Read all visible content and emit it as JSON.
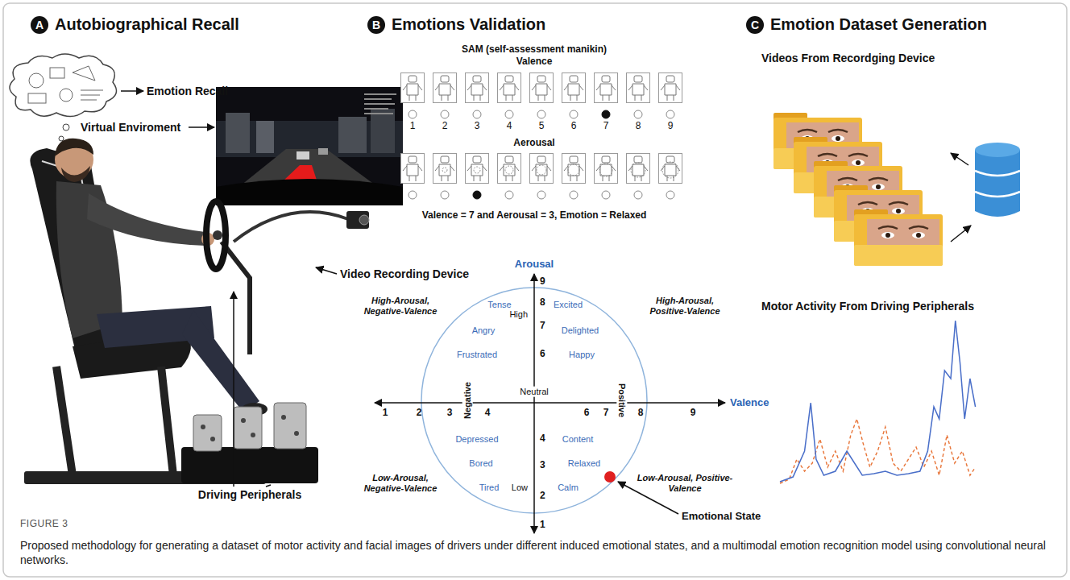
{
  "diagram": {
    "caption": "Proposed methodology for generating a dataset of motor activity and facial images of drivers under different induced emotional states, and a multimodal emotion recognition model using convolutional neural networks.",
    "nodes": [
      {
        "text": [
          "A",
          "Autobiographical Recall"
        ]
      },
      {
        "text": [
          "B",
          "Emotions Validation"
        ]
      },
      {
        "text": [
          "C",
          "Emotion Dataset Generation"
        ]
      }
    ],
    "labels": [
      "Emotion Recall",
      "Virtual Enviroment",
      "Video Recording Device",
      "Driving Peripherals",
      "SAM (self-assessment manikin)",
      "Valence",
      "1",
      "2",
      "3",
      "4",
      "5",
      "6",
      "7",
      "8",
      "9",
      "Aerousal",
      "Valence = 7 and Aerousal = 3, Emotion = Relaxed",
      "Arousal",
      "9",
      "8",
      "7",
      "6",
      "High",
      "High-Arousal, Negative-Valence",
      "Tense",
      "Excited",
      "High-Arousal, Positive-Valence",
      "Angry",
      "Delighted",
      "Frustrated",
      "Happy",
      "Neutral",
      "Negative",
      "Positive",
      "Valence",
      "1",
      "2",
      "3",
      "4",
      "6",
      "7",
      "8",
      "9",
      "Depressed",
      "Content",
      "4",
      "3",
      "Low-Arousal, Negative-Valence",
      "Bored",
      "Relaxed",
      "Low-Arousal, Positive-Valence",
      "Low",
      "Tired",
      "Calm",
      "2",
      "Emotional State",
      "1",
      "Videos From Recordging Device",
      "Motor Activity From Driving Peripherals",
      "FIGURE 3"
    ]
  }
}
